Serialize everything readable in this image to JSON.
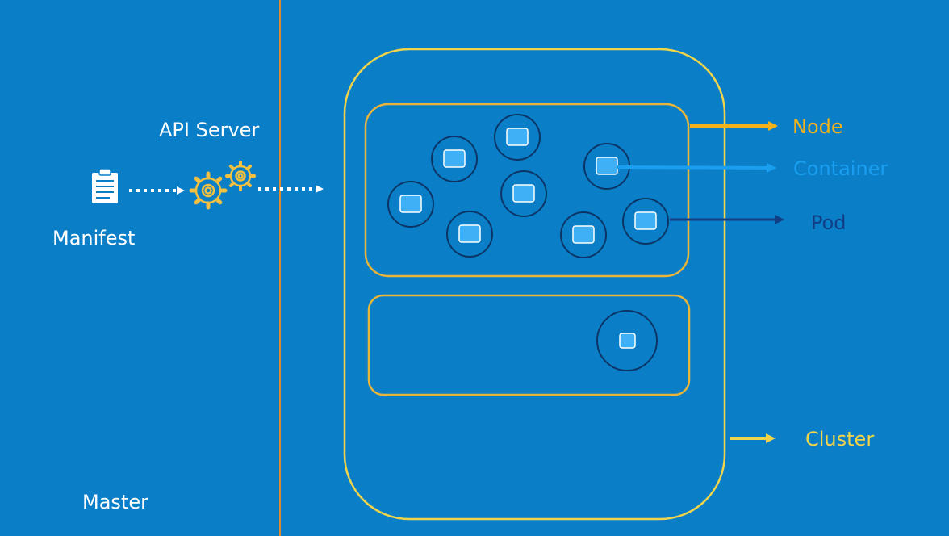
{
  "diagram": {
    "master_label": "Master",
    "api_server_label": "API Server",
    "manifest_label": "Manifest",
    "node_label": "Node",
    "container_label": "Container",
    "pod_label": "Pod",
    "cluster_label": "Cluster"
  },
  "colors": {
    "background": "#0a7fc8",
    "divider": "#e08a2c",
    "cluster_border": "#f0d44a",
    "node_border": "#e8b43a",
    "node_label": "#f3b21a",
    "container_label": "#1a9ef0",
    "pod_label": "#103f86",
    "pod_ring": "#0b3566",
    "container_fill": "#3fb0f6"
  },
  "icons": {
    "manifest": "clipboard-icon",
    "api_server": "gear-icon"
  }
}
